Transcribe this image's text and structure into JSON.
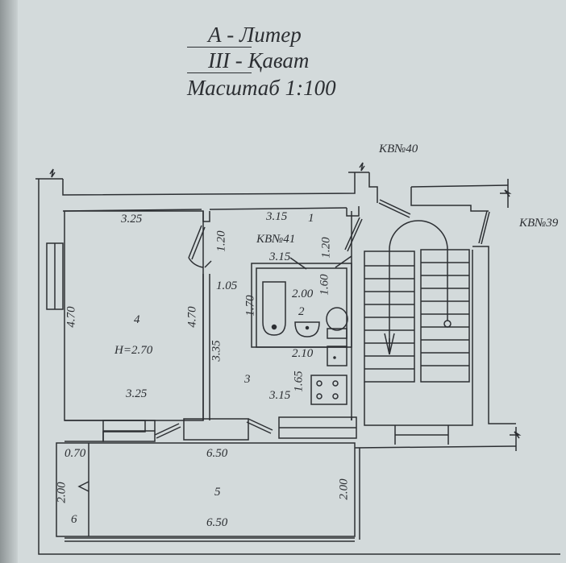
{
  "header": {
    "liter": "А  - Литер",
    "floor": "III - Қават",
    "scale": "Масштаб 1:100"
  },
  "neighbors": {
    "apt_40": "КВ№40",
    "apt_39": "КВ№39",
    "apt_41": "КВ№41"
  },
  "rooms": {
    "r1": {
      "number": "1",
      "width_top": "3.15",
      "width_bottom": "3.15",
      "height_left": "1.20",
      "height_right": "1.20"
    },
    "r2": {
      "number": "2",
      "width": "2.00",
      "height": "1.70",
      "depth": "1.60"
    },
    "r3": {
      "number": "3",
      "width_top": "2.10",
      "width_bottom": "3.15",
      "height": "3.35",
      "stove_side": "1.65",
      "door_side": "1.05"
    },
    "r4": {
      "number": "4",
      "ceiling": "H=2.70",
      "width_top": "3.25",
      "width_bottom": "3.25",
      "height_left": "4.70",
      "height_right": "4.70"
    },
    "r5": {
      "number": "5",
      "width_top": "6.50",
      "width_bottom": "6.50",
      "height": "2.00"
    },
    "r6": {
      "number": "6",
      "width": "0.70",
      "height": "2.00"
    }
  }
}
